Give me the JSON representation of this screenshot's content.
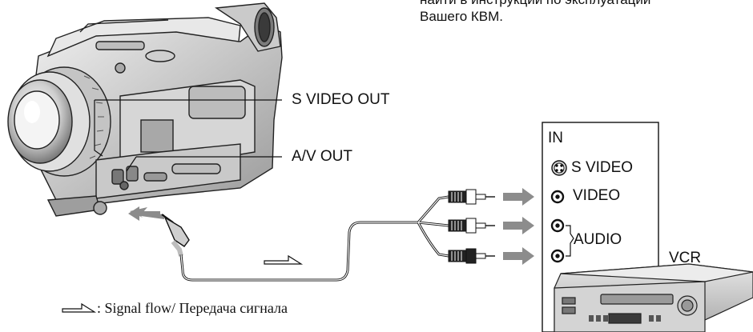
{
  "note": {
    "line1": "найти в инструкции по эксплуатации",
    "line2": "Вашего КВМ."
  },
  "camera": {
    "labels": {
      "s_video_out": "S VIDEO OUT",
      "av_out": "A/V OUT"
    }
  },
  "vcr": {
    "panel_title": "IN",
    "inputs": [
      {
        "label": "S VIDEO"
      },
      {
        "label": "VIDEO"
      }
    ],
    "audio_label": "AUDIO",
    "device_label": "VCR"
  },
  "legend": {
    "text": ": Signal flow/ Передача сигнала"
  },
  "colors": {
    "line": "#111111",
    "arrow": "#8c8c8c",
    "body": "#d9d9d9"
  }
}
